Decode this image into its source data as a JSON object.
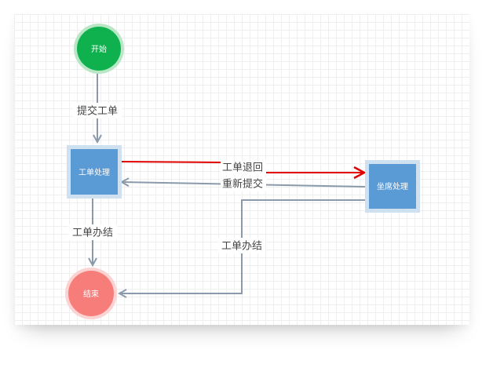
{
  "nodes": {
    "start": {
      "label": "开始",
      "color": "#0fb14f",
      "ring": "#b9e7c6"
    },
    "process": {
      "label": "工单处理",
      "color": "#5b9bd5",
      "ring": "#cfe0f1"
    },
    "agent": {
      "label": "坐席处理",
      "color": "#5b9bd5",
      "ring": "#cfe0f1"
    },
    "end": {
      "label": "结束",
      "color": "#f77d7b",
      "ring": "#fbd3d2"
    }
  },
  "edges": {
    "submit": {
      "label": "提交工单"
    },
    "return": {
      "label": "工单退回",
      "color": "#e00000"
    },
    "resubmit": {
      "label": "重新提交"
    },
    "finish_left": {
      "label": "工单办结"
    },
    "finish_right": {
      "label": "工单办结"
    }
  },
  "colors": {
    "edge": "#8a9aaa"
  }
}
